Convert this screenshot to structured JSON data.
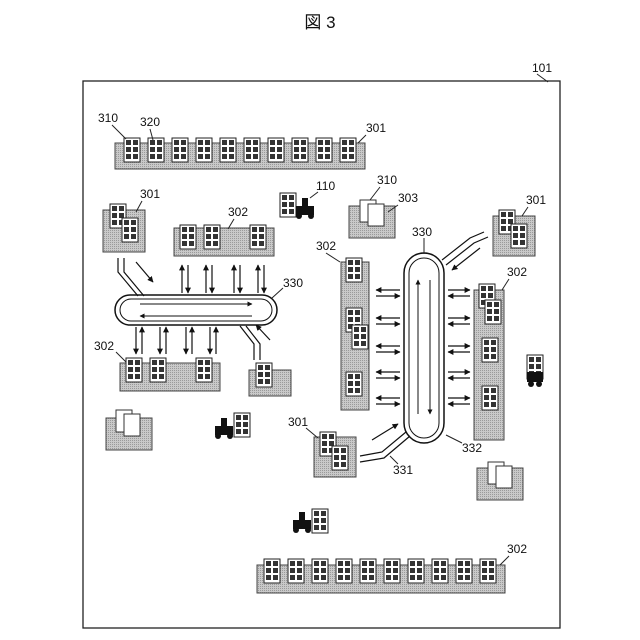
{
  "figure": {
    "title": "図 3"
  },
  "labels": {
    "frame": "101",
    "robot": "110",
    "shelf_a": "301",
    "shelf_b": "302",
    "area": "303",
    "rack": "310",
    "bin": "320",
    "conveyor": "330",
    "conveyor_in": "331",
    "conveyor_out": "332"
  }
}
